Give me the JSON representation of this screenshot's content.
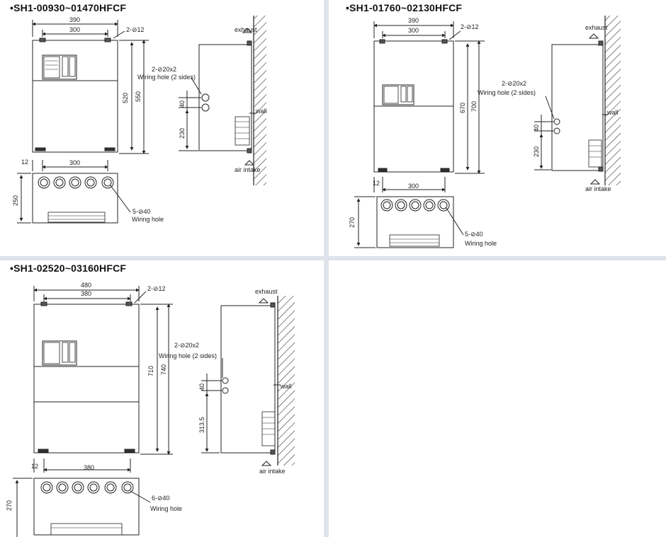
{
  "panels": [
    {
      "title": "•SH1-00930~01470HFCF",
      "dims": {
        "outer_width": "390",
        "mount_width": "300",
        "mount_holes": "2-⊘12",
        "mount_height": "520",
        "height": "550",
        "depth": "250",
        "offset": "12",
        "bottom_mount": "300",
        "side_hole_spacing": "40",
        "side_hole_height": "230"
      },
      "labels": {
        "exhaust": "exhaust",
        "air_intake": "air intake",
        "wall": "wall",
        "side_holes": "2-⊘20x2",
        "side_holes_desc": "Wiring hole (2 sides)",
        "bottom_holes": "5-⊘40",
        "bottom_holes_desc": "Wiring hole"
      }
    },
    {
      "title": "•SH1-01760~02130HFCF",
      "dims": {
        "outer_width": "390",
        "mount_width": "300",
        "mount_holes": "2-⊘12",
        "mount_height": "670",
        "height": "700",
        "depth": "270",
        "offset": "12",
        "bottom_mount": "300",
        "side_hole_spacing": "40",
        "side_hole_height": "230"
      },
      "labels": {
        "exhaust": "exhaust",
        "air_intake": "air intake",
        "wall": "wall",
        "side_holes": "2-⊘20x2",
        "side_holes_desc": "Wiring hole (2 sides)",
        "bottom_holes": "5-⊘40",
        "bottom_holes_desc": "Wiring hole"
      }
    },
    {
      "title": "•SH1-02520~03160HFCF",
      "dims": {
        "outer_width": "480",
        "mount_width": "380",
        "mount_holes": "2-⊘12",
        "mount_height": "710",
        "height": "740",
        "depth": "270",
        "offset": "12",
        "bottom_mount": "380",
        "side_hole_spacing": "40",
        "side_hole_height": "313.5"
      },
      "labels": {
        "exhaust": "exhaust",
        "air_intake": "air intake",
        "wall": "wall",
        "side_holes": "2-⊘20x2",
        "side_holes_desc": "Wiring hole (2 sides)",
        "bottom_holes": "6-⊘40",
        "bottom_holes_desc": "Wiring hole"
      }
    }
  ]
}
